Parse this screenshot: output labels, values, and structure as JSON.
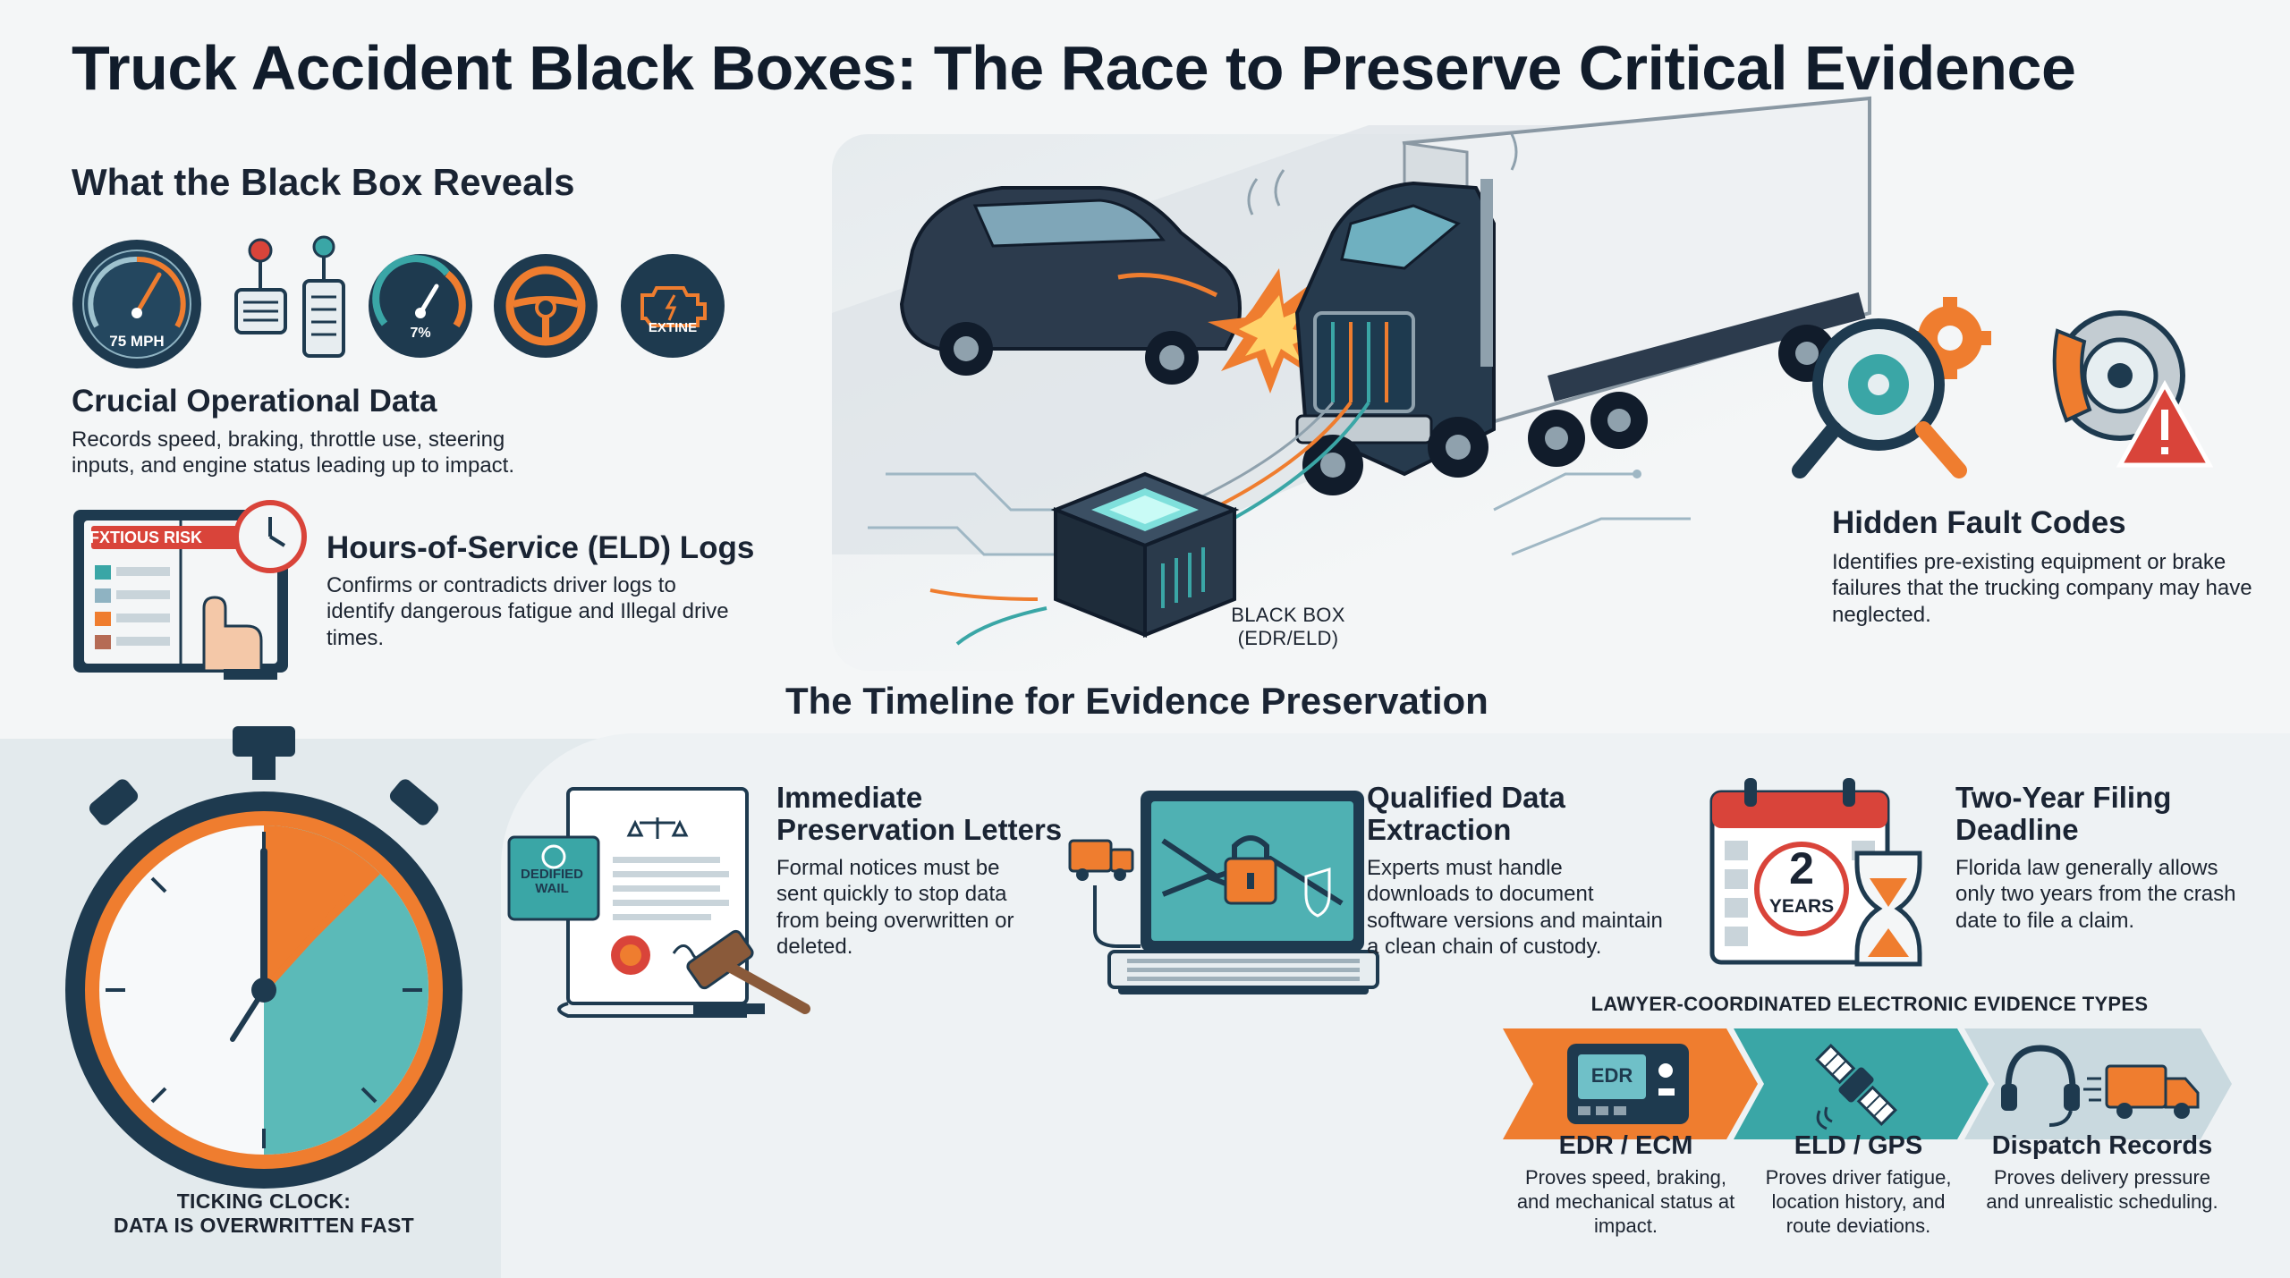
{
  "title": "Truck Accident Black Boxes: The Race to Preserve Critical Evidence",
  "reveals": {
    "heading": "What the Black Box Reveals",
    "speedometer_label": "75 MPH",
    "throttle_gauge_label": "7%",
    "engine_icon_label": "EXTINE",
    "operational": {
      "title": "Crucial Operational Data",
      "text": "Records speed, braking, throttle use, steering inputs, and engine status leading up to impact."
    },
    "eld": {
      "risk_badge": "FXTIOUS RISK",
      "title": "Hours-of-Service (ELD) Logs",
      "text": "Confirms or contradicts driver logs to identify dangerous fatigue and Illegal drive times."
    }
  },
  "hero": {
    "black_box_label": "BLACK BOX\n(EDR/ELD)"
  },
  "fault": {
    "title": "Hidden Fault Codes",
    "text": "Identifies pre-existing equipment or brake failures that the trucking company may have neglected."
  },
  "timeline": {
    "heading": "The Timeline for Evidence Preservation",
    "clock_caption": "TICKING CLOCK:\nDATA IS OVERWRITTEN FAST",
    "steps": [
      {
        "title": "Immediate Preservation Letters",
        "text": "Formal notices must be sent quickly to stop data from being overwritten or deleted.",
        "stamp_label": "DEDIFIED WAIL"
      },
      {
        "title": "Qualified Data Extraction",
        "text": "Experts must handle downloads to document software versions and maintain a clean chain of custody."
      },
      {
        "title": "Two-Year Filing Deadline",
        "text": "Florida law generally allows only two years from the crash date to file a claim.",
        "calendar_number": "2",
        "calendar_unit": "YEARS"
      }
    ]
  },
  "evidence": {
    "heading": "LAWYER-COORDINATED ELECTRONIC EVIDENCE TYPES",
    "edr_device_label": "EDR",
    "types": [
      {
        "title": "EDR / ECM",
        "text": "Proves speed, braking, and mechanical status at impact."
      },
      {
        "title": "ELD / GPS",
        "text": "Proves driver fatigue, location history, and route deviations."
      },
      {
        "title": "Dispatch Records",
        "text": "Proves delivery pressure and unrealistic scheduling."
      }
    ]
  },
  "colors": {
    "navy": "#1e3a4f",
    "orange": "#ef7d2f",
    "teal": "#3aa6a6",
    "red": "#d9443a",
    "ink": "#1a2433"
  }
}
